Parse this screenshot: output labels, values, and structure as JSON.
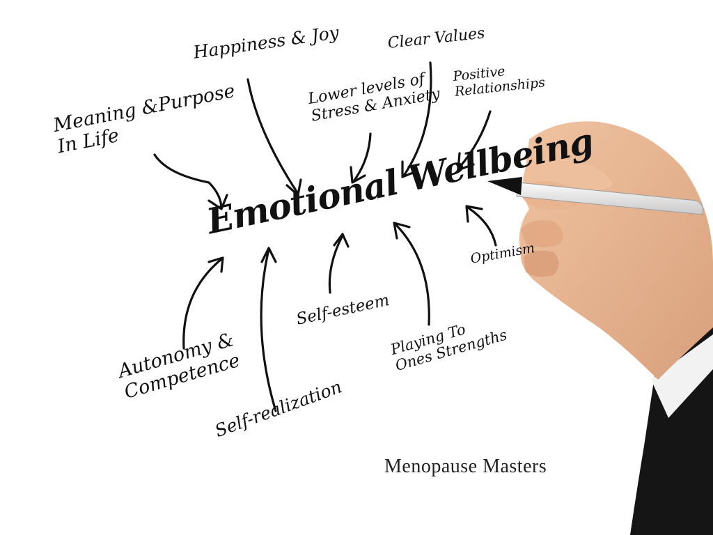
{
  "center": {
    "label": "Emotional Wellbeing"
  },
  "nodes": [
    {
      "id": "happiness",
      "lines": [
        "Happiness & Joy"
      ]
    },
    {
      "id": "clear-values",
      "lines": [
        "Clear Values"
      ]
    },
    {
      "id": "positive-relationships",
      "lines": [
        "Positive",
        "Relationships"
      ]
    },
    {
      "id": "lower-stress",
      "lines": [
        "Lower levels of",
        "Stress & Anxiety"
      ]
    },
    {
      "id": "meaning",
      "lines": [
        "Meaning &Purpose",
        "In Life"
      ]
    },
    {
      "id": "optimism",
      "lines": [
        "Optimism"
      ]
    },
    {
      "id": "self-esteem",
      "lines": [
        "Self-esteem"
      ]
    },
    {
      "id": "playing-strengths",
      "lines": [
        "Playing To",
        "Ones Strengths"
      ]
    },
    {
      "id": "autonomy",
      "lines": [
        "Autonomy &",
        "Competence"
      ]
    },
    {
      "id": "self-realization",
      "lines": [
        "Self-realization"
      ]
    }
  ],
  "caption": "Menopause Masters",
  "colors": {
    "ink": "#111111",
    "background": "#ffffff",
    "skin": "#e8b593",
    "sleeve": "#151515"
  }
}
